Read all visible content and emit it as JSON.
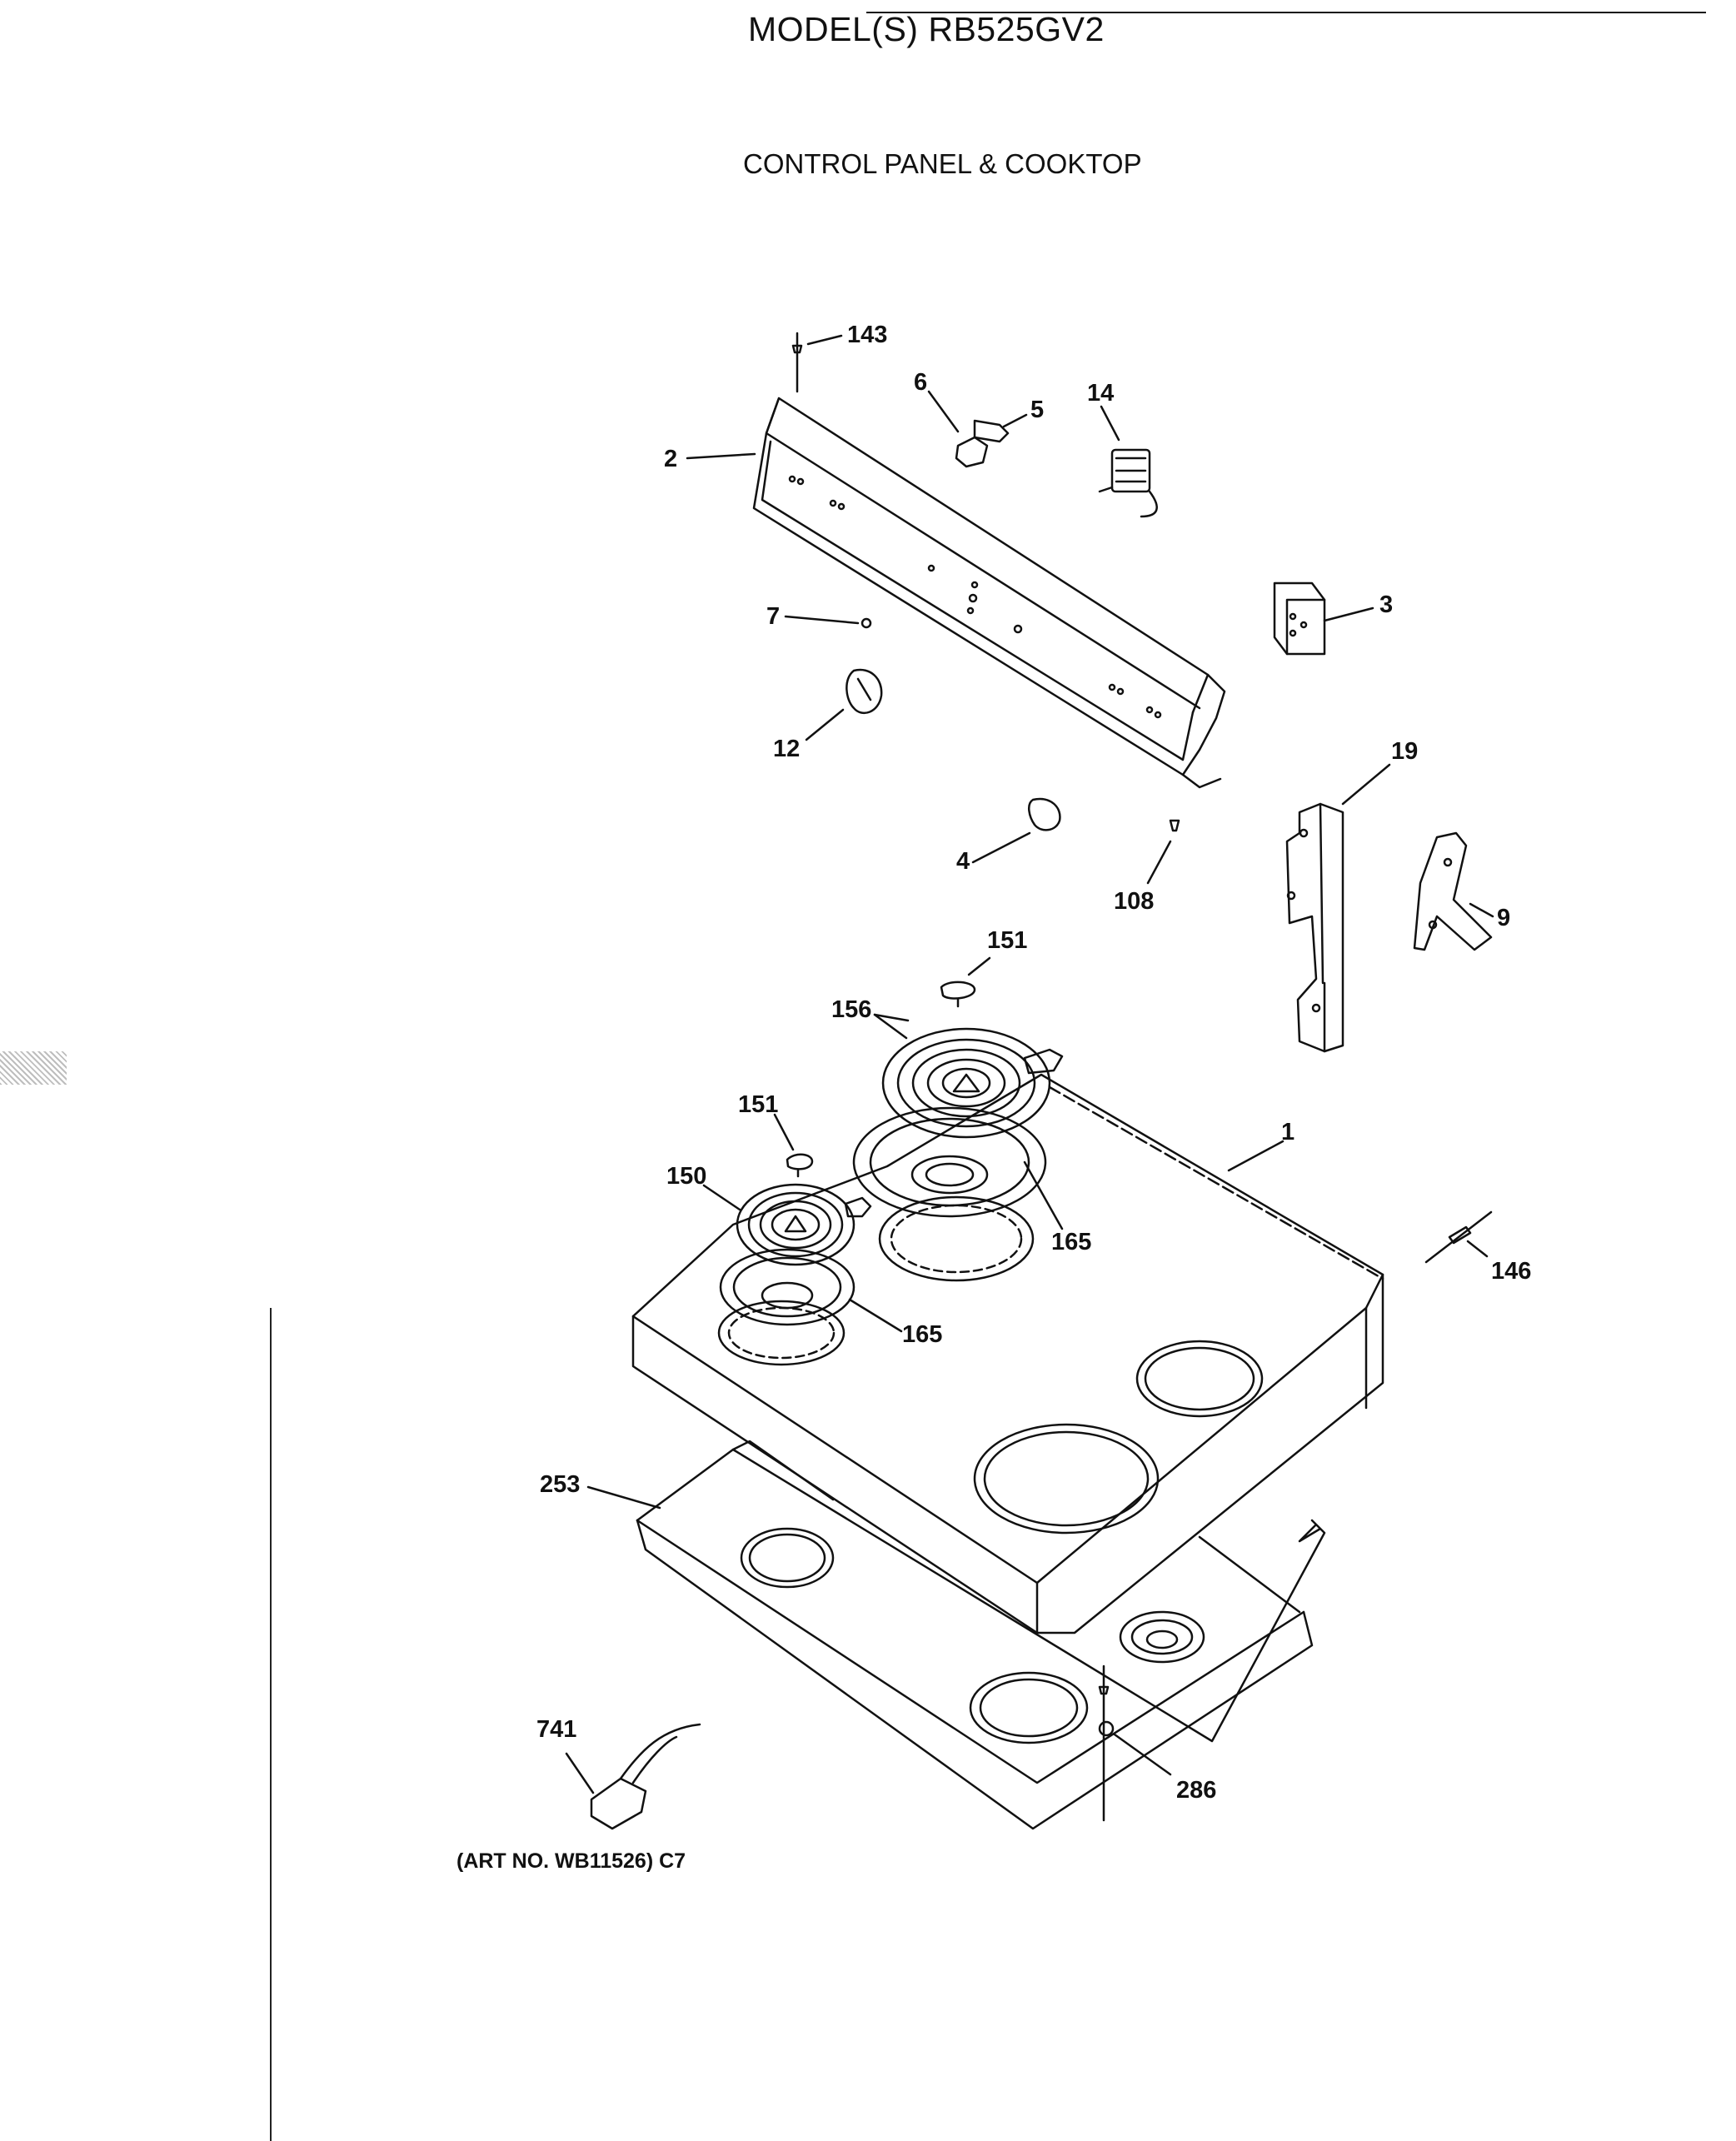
{
  "header": {
    "model": "MODEL(S) RB525GV2",
    "section": "CONTROL PANEL & COOKTOP"
  },
  "footer": {
    "art_no": "(ART NO. WB11526) C7"
  },
  "callouts": {
    "c143": "143",
    "c6": "6",
    "c5": "5",
    "c14": "14",
    "c2": "2",
    "c3": "3",
    "c7": "7",
    "c12": "12",
    "c19": "19",
    "c4": "4",
    "c108": "108",
    "c9": "9",
    "c151a": "151",
    "c156": "156",
    "c151b": "151",
    "c1": "1",
    "c150": "150",
    "c165a": "165",
    "c146": "146",
    "c165b": "165",
    "c253": "253",
    "c741": "741",
    "c286": "286"
  }
}
